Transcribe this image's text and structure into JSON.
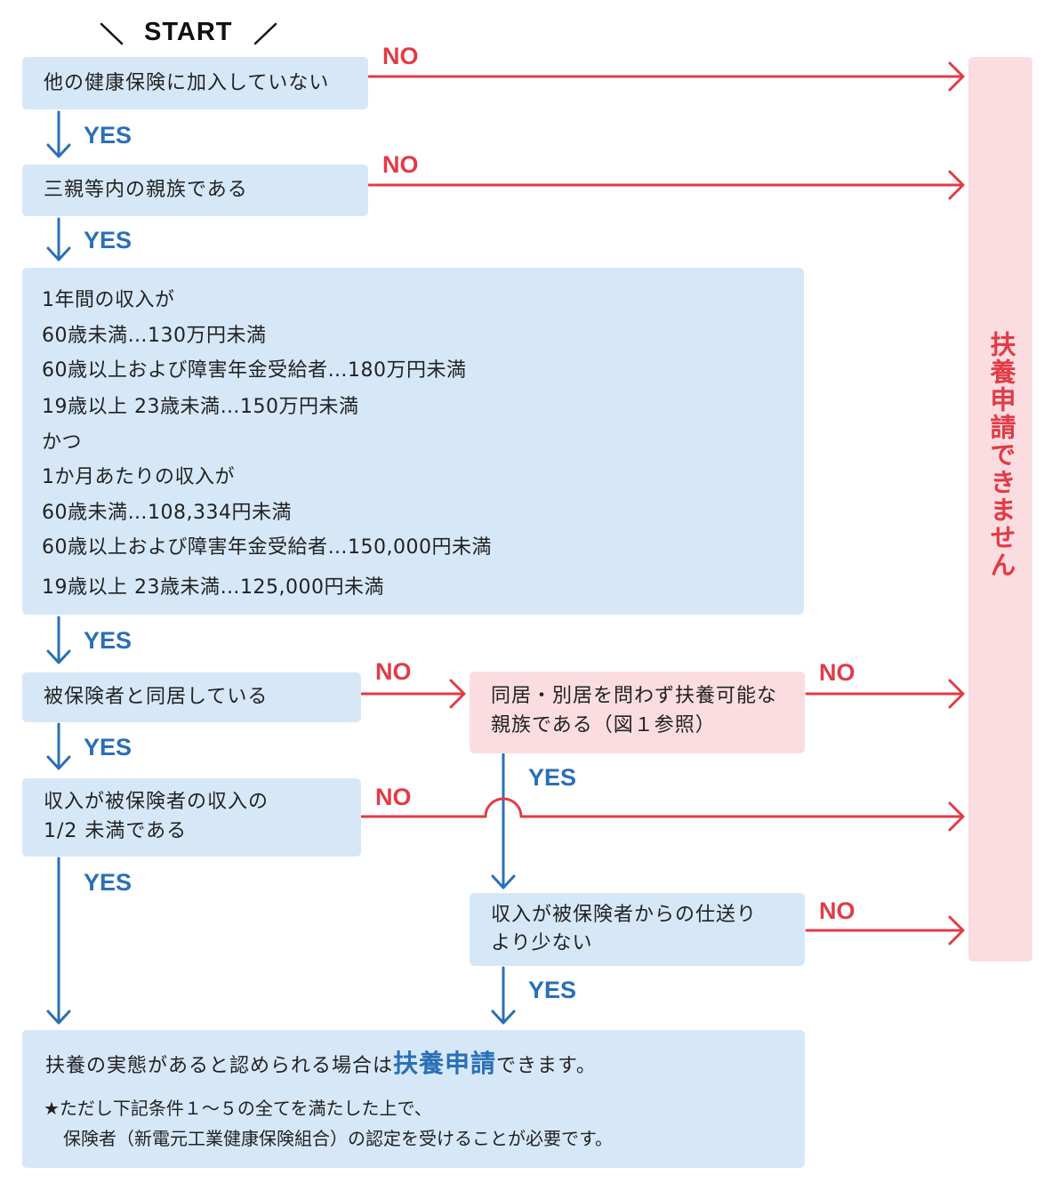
{
  "start": {
    "label": "START"
  },
  "labels": {
    "yes": "YES",
    "no": "NO"
  },
  "boxes": {
    "q1": "他の健康保険に加入していない",
    "q2": "三親等内の親族である",
    "q3_lines": [
      "1年間の収入が",
      "60歳未満…130万円未満",
      "60歳以上および障害年金受給者…180万円未満",
      "19歳以上 23歳未満…150万円未満",
      "かつ",
      "1か月あたりの収入が",
      "60歳未満…108,334円未満",
      "60歳以上および障害年金受給者…150,000円未満",
      "19歳以上 23歳未満…125,000円未満"
    ],
    "q4": "被保険者と同居している",
    "q4b_line1": "同居・別居を問わず扶養可能な",
    "q4b_line2": "親族である（図１参照）",
    "q5_line1": "収入が被保険者の収入の",
    "q5_line2": "1/2 未満である",
    "q6_line1": "収入が被保険者からの仕送り",
    "q6_line2": "より少ない",
    "result_prefix": "扶養の実態があると認められる場合は",
    "result_highlight": "扶養申請",
    "result_suffix": "できます。",
    "note_line1": "★ただし下記条件１～５の全てを満たした上で、",
    "note_line2": "保険者（新電元工業健康保険組合）の認定を受けることが必要です。"
  },
  "reject": {
    "label": "扶養申請できません"
  },
  "colors": {
    "yes": "#2a6fb7",
    "no": "#e23b47",
    "box_blue": "#d6e8f8",
    "box_pink": "#fbdde1"
  }
}
